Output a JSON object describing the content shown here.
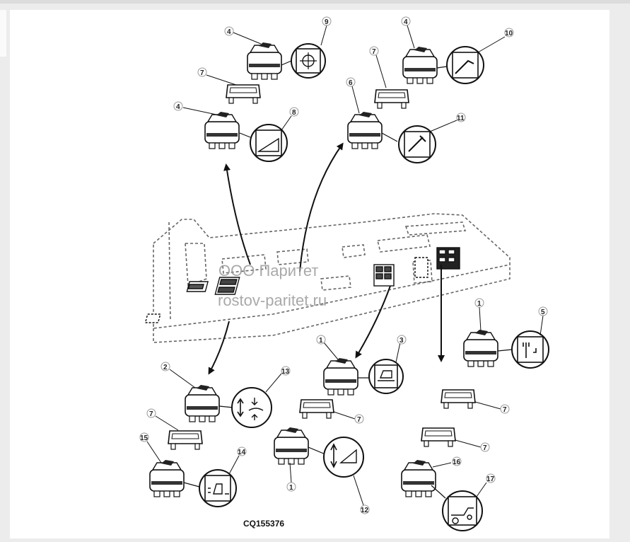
{
  "watermark": {
    "line1": "ООО Паритет",
    "line2": "rostov-paritet.ru"
  },
  "figure_id": "CQ155376",
  "colors": {
    "ink": "#111111",
    "panel": "#ffffff",
    "page_bg": "#ececec",
    "dash": "#666666"
  },
  "callouts": [
    "1",
    "2",
    "3",
    "4",
    "5",
    "6",
    "7",
    "8",
    "9",
    "10",
    "11",
    "12",
    "13",
    "14",
    "15",
    "16",
    "17"
  ]
}
